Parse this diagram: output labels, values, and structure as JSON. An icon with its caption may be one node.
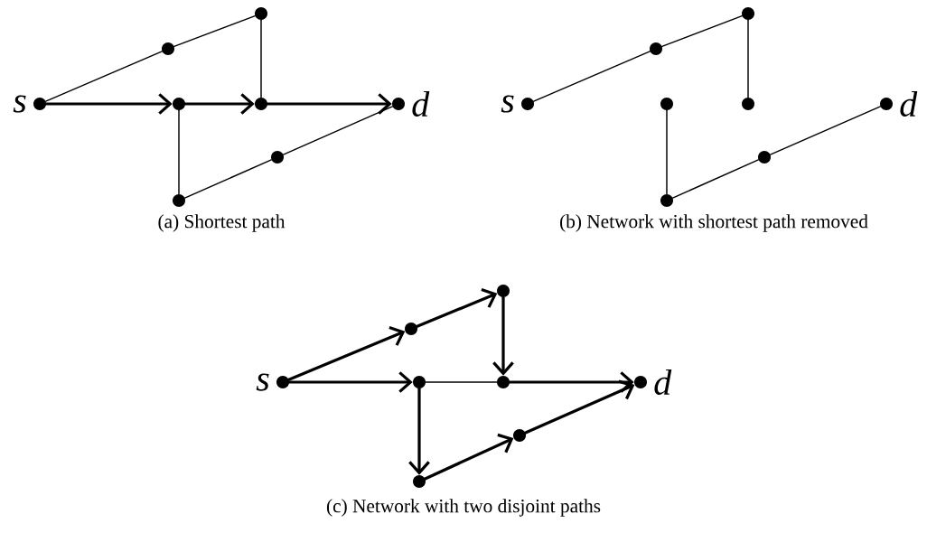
{
  "diagram": {
    "nodes": [
      {
        "text": [],
        "shape": "circle",
        "beside": [
          "s"
        ]
      },
      {
        "text": [],
        "shape": "circle"
      },
      {
        "text": [],
        "shape": "circle"
      },
      {
        "text": [],
        "shape": "circle"
      },
      {
        "text": [],
        "shape": "circle"
      },
      {
        "text": [],
        "shape": "circle",
        "beside": [
          "d"
        ]
      },
      {
        "text": [],
        "shape": "circle"
      },
      {
        "text": [],
        "shape": "circle"
      },
      {
        "text": [],
        "shape": "circle",
        "beside": [
          "s"
        ]
      },
      {
        "text": [],
        "shape": "circle"
      },
      {
        "text": [],
        "shape": "circle"
      },
      {
        "text": [],
        "shape": "circle"
      },
      {
        "text": [],
        "shape": "circle"
      },
      {
        "text": [],
        "shape": "circle",
        "beside": [
          "d"
        ]
      },
      {
        "text": [],
        "shape": "circle"
      },
      {
        "text": [],
        "shape": "circle"
      },
      {
        "text": [],
        "shape": "circle",
        "beside": [
          "s"
        ]
      },
      {
        "text": [],
        "shape": "circle"
      },
      {
        "text": [],
        "shape": "circle"
      },
      {
        "text": [],
        "shape": "circle"
      },
      {
        "text": [],
        "shape": "circle"
      },
      {
        "text": [],
        "shape": "circle",
        "beside": [
          "d"
        ]
      },
      {
        "text": [],
        "shape": "circle"
      },
      {
        "text": [],
        "shape": "circle"
      }
    ],
    "edges": [
      {
        "from": 0,
        "to": 1,
        "arrow": "none"
      },
      {
        "from": 1,
        "to": 2,
        "arrow": "none"
      },
      {
        "from": 2,
        "to": 4,
        "arrow": "none"
      },
      {
        "from": 0,
        "to": 3,
        "arrow": "to",
        "style": "thick"
      },
      {
        "from": 3,
        "to": 4,
        "arrow": "to",
        "style": "thick"
      },
      {
        "from": 4,
        "to": 5,
        "arrow": "to",
        "style": "thick"
      },
      {
        "from": 3,
        "to": 7,
        "arrow": "none"
      },
      {
        "from": 7,
        "to": 6,
        "arrow": "none"
      },
      {
        "from": 6,
        "to": 5,
        "arrow": "none"
      },
      {
        "from": 8,
        "to": 9,
        "arrow": "none"
      },
      {
        "from": 9,
        "to": 10,
        "arrow": "none"
      },
      {
        "from": 10,
        "to": 12,
        "arrow": "none"
      },
      {
        "from": 11,
        "to": 15,
        "arrow": "none"
      },
      {
        "from": 15,
        "to": 14,
        "arrow": "none"
      },
      {
        "from": 14,
        "to": 13,
        "arrow": "none"
      },
      {
        "from": 16,
        "to": 17,
        "arrow": "to",
        "style": "thick"
      },
      {
        "from": 17,
        "to": 18,
        "arrow": "to",
        "style": "thick"
      },
      {
        "from": 18,
        "to": 20,
        "arrow": "to",
        "style": "thick"
      },
      {
        "from": 16,
        "to": 19,
        "arrow": "to",
        "style": "thick"
      },
      {
        "from": 19,
        "to": 20,
        "arrow": "none"
      },
      {
        "from": 20,
        "to": 21,
        "arrow": "to",
        "style": "thick"
      },
      {
        "from": 19,
        "to": 23,
        "arrow": "to",
        "style": "thick"
      },
      {
        "from": 23,
        "to": 22,
        "arrow": "to",
        "style": "thick"
      },
      {
        "from": 22,
        "to": 21,
        "arrow": "to",
        "style": "thick"
      }
    ],
    "labels": [
      "(a) Shortest path",
      "(b) Network with shortest path removed",
      "(c) Network with two disjoint paths"
    ]
  }
}
